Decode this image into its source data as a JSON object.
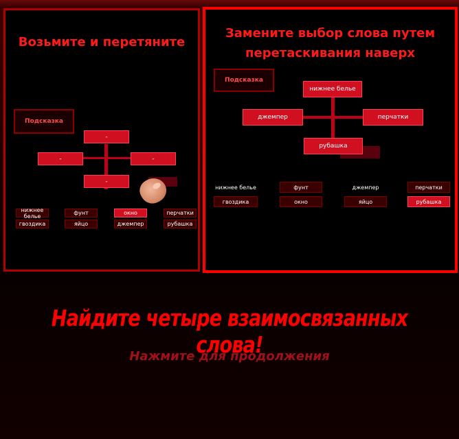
{
  "left_panel": {
    "title": "Возьмите и перетяните",
    "hint": "Подсказка",
    "grid": {
      "top": "-",
      "left": "-",
      "right": "-",
      "bottom": "-"
    },
    "words": [
      [
        "нижнее белье",
        "фунт",
        "окно",
        "перчатки"
      ],
      [
        "гвоздика",
        "яйцо",
        "джемпер",
        "рубашка"
      ]
    ]
  },
  "right_panel": {
    "title_line1": "Замените выбор слова путем",
    "title_line2": "перетаскивания наверх",
    "hint": "Подсказка",
    "grid": {
      "top": "нижнее белье",
      "left": "джемпер",
      "right": "перчатки",
      "bottom": "рубашка"
    },
    "words": [
      [
        "нижнее белье",
        "фунт",
        "джемпер",
        "перчатки"
      ],
      [
        "гвоздика",
        "окно",
        "яйцо",
        "рубашка"
      ]
    ]
  },
  "main_title": "Найдите четыре взаимосвязанных слова!",
  "subtitle": "Нажмите для продолжения",
  "colors": {
    "accent": "#ff0000",
    "box": "#d01020",
    "background": "#000000"
  }
}
